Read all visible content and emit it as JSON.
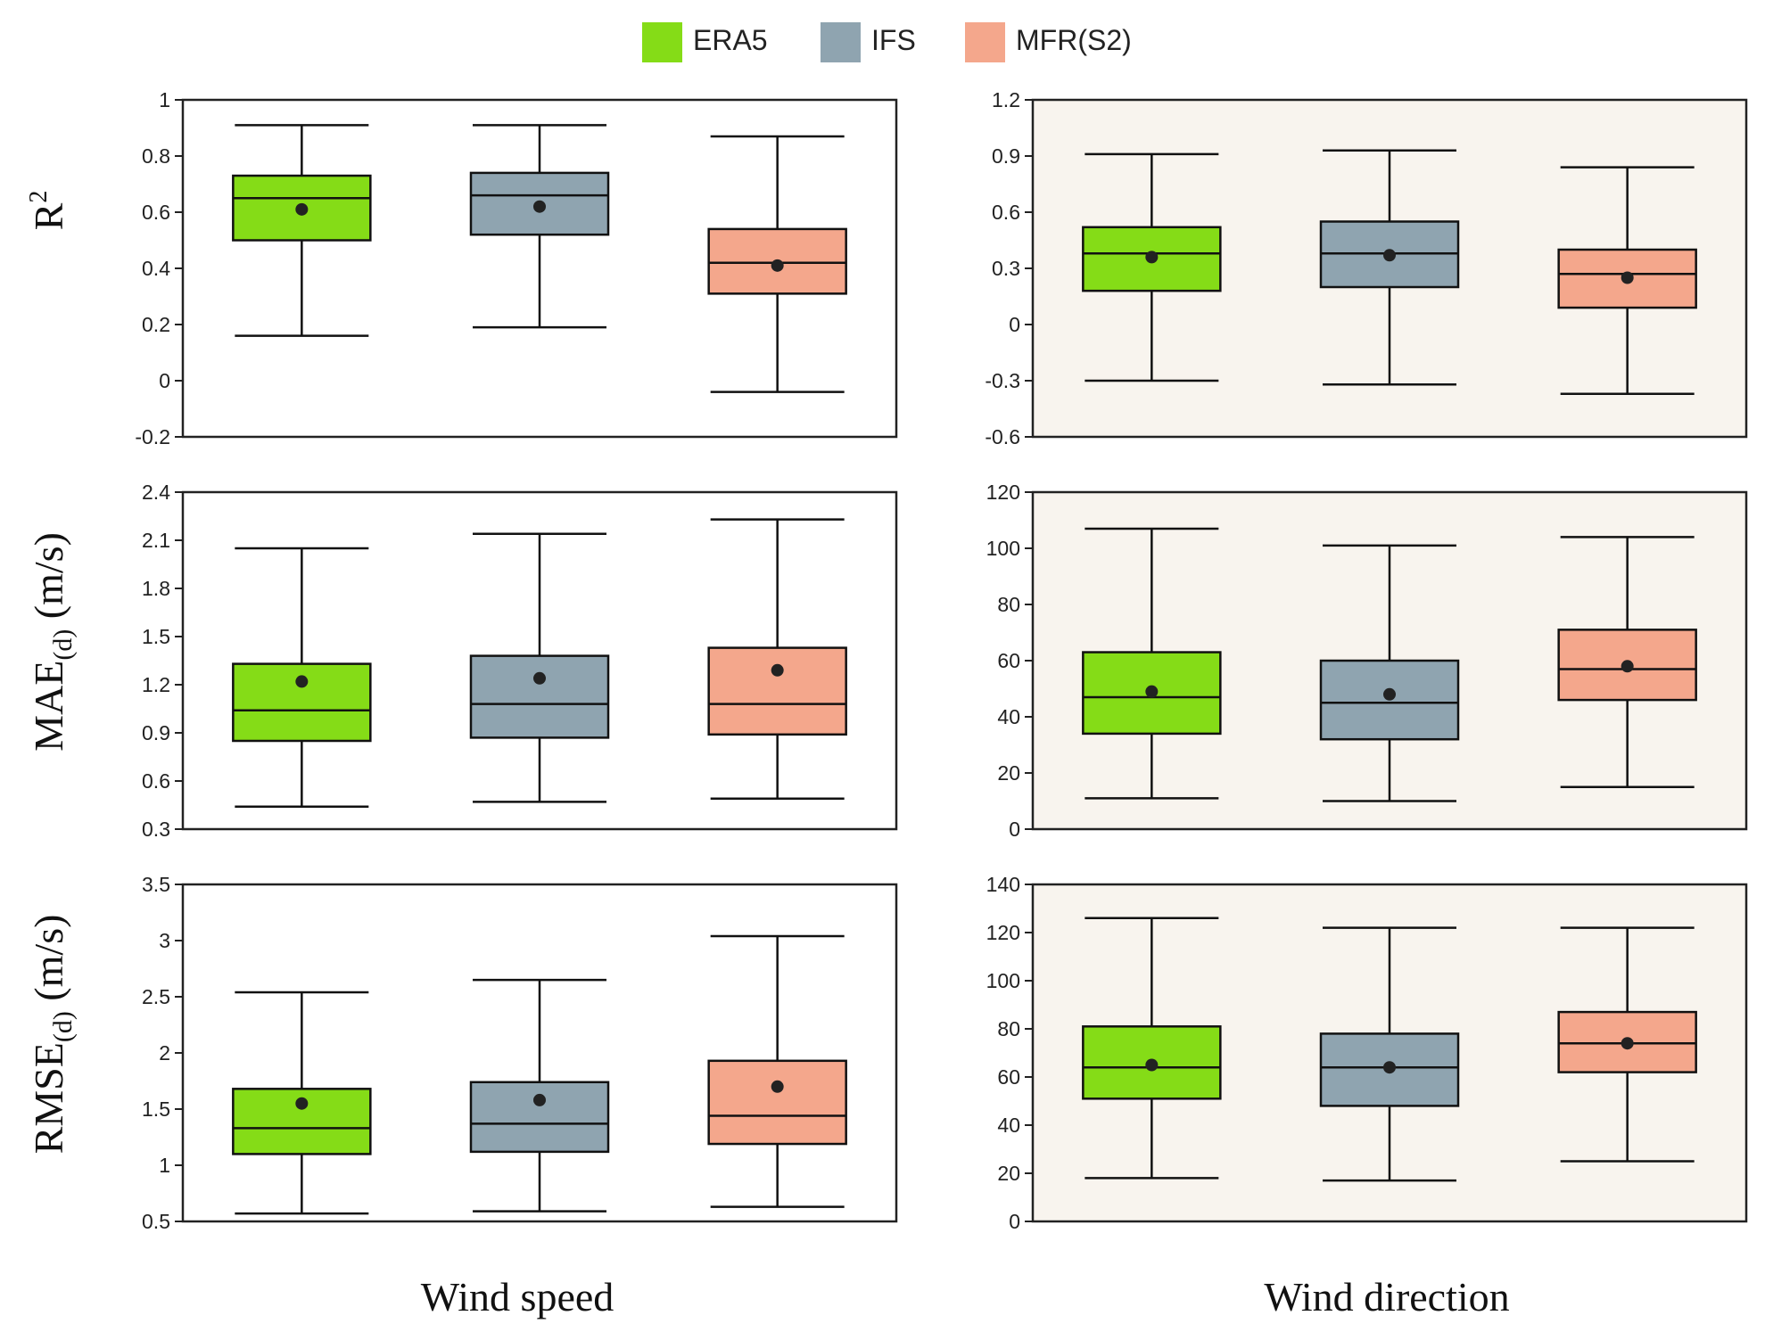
{
  "legend": [
    {
      "label": "ERA5",
      "color": "#85dc17"
    },
    {
      "label": "IFS",
      "color": "#8fa4b0"
    },
    {
      "label": "MFR(S2)",
      "color": "#f4a78c"
    }
  ],
  "column_titles": [
    "Wind speed",
    "Wind direction"
  ],
  "row_labels": [
    {
      "base": "R",
      "sup": "2",
      "sub": "",
      "tail": ""
    },
    {
      "base": "MAE",
      "sup": "",
      "sub": "(d)",
      "tail": " (m/s)"
    },
    {
      "base": "RMSE",
      "sup": "",
      "sub": "(d)",
      "tail": " (m/s)"
    }
  ],
  "colors": {
    "wind_direction_panel_bg": "#f8f4ee",
    "wind_speed_panel_bg": "#ffffff",
    "mean_marker": "#222222"
  },
  "chart_data": [
    {
      "type": "box",
      "row": 0,
      "col": 0,
      "column": "Wind speed",
      "metric": "R2",
      "ylim": [
        -0.2,
        1.0
      ],
      "yticks": [
        -0.2,
        0,
        0.2,
        0.4,
        0.6,
        0.8,
        1
      ],
      "ytick_labels": [
        "-0.2",
        "0",
        "0.2",
        "0.4",
        "0.6",
        "0.8",
        "1"
      ],
      "boxes": [
        {
          "name": "ERA5",
          "min": 0.16,
          "q1": 0.5,
          "median": 0.65,
          "q3": 0.73,
          "max": 0.91,
          "mean": 0.61
        },
        {
          "name": "IFS",
          "min": 0.19,
          "q1": 0.52,
          "median": 0.66,
          "q3": 0.74,
          "max": 0.91,
          "mean": 0.62
        },
        {
          "name": "MFR(S2)",
          "min": -0.04,
          "q1": 0.31,
          "median": 0.42,
          "q3": 0.54,
          "max": 0.87,
          "mean": 0.41
        }
      ]
    },
    {
      "type": "box",
      "row": 0,
      "col": 1,
      "column": "Wind direction",
      "metric": "R2",
      "ylim": [
        -0.6,
        1.2
      ],
      "yticks": [
        -0.6,
        -0.3,
        0,
        0.3,
        0.6,
        0.9,
        1.2
      ],
      "ytick_labels": [
        "-0.6",
        "-0.3",
        "0",
        "0.3",
        "0.6",
        "0.9",
        "1.2"
      ],
      "boxes": [
        {
          "name": "ERA5",
          "min": -0.3,
          "q1": 0.18,
          "median": 0.38,
          "q3": 0.52,
          "max": 0.91,
          "mean": 0.36
        },
        {
          "name": "IFS",
          "min": -0.32,
          "q1": 0.2,
          "median": 0.38,
          "q3": 0.55,
          "max": 0.93,
          "mean": 0.37
        },
        {
          "name": "MFR(S2)",
          "min": -0.37,
          "q1": 0.09,
          "median": 0.27,
          "q3": 0.4,
          "max": 0.84,
          "mean": 0.25
        }
      ]
    },
    {
      "type": "box",
      "row": 1,
      "col": 0,
      "column": "Wind speed",
      "metric": "MAE(d) (m/s)",
      "ylim": [
        0.3,
        2.4
      ],
      "yticks": [
        0.3,
        0.6,
        0.9,
        1.2,
        1.5,
        1.8,
        2.1,
        2.4
      ],
      "ytick_labels": [
        "0.3",
        "0.6",
        "0.9",
        "1.2",
        "1.5",
        "1.8",
        "2.1",
        "2.4"
      ],
      "boxes": [
        {
          "name": "ERA5",
          "min": 0.44,
          "q1": 0.85,
          "median": 1.04,
          "q3": 1.33,
          "max": 2.05,
          "mean": 1.22
        },
        {
          "name": "IFS",
          "min": 0.47,
          "q1": 0.87,
          "median": 1.08,
          "q3": 1.38,
          "max": 2.14,
          "mean": 1.24
        },
        {
          "name": "MFR(S2)",
          "min": 0.49,
          "q1": 0.89,
          "median": 1.08,
          "q3": 1.43,
          "max": 2.23,
          "mean": 1.29
        }
      ]
    },
    {
      "type": "box",
      "row": 1,
      "col": 1,
      "column": "Wind direction",
      "metric": "MAE(d) (m/s)",
      "ylim": [
        0,
        120
      ],
      "yticks": [
        0,
        20,
        40,
        60,
        80,
        100,
        120
      ],
      "ytick_labels": [
        "0",
        "20",
        "40",
        "60",
        "80",
        "100",
        "120"
      ],
      "boxes": [
        {
          "name": "ERA5",
          "min": 11,
          "q1": 34,
          "median": 47,
          "q3": 63,
          "max": 107,
          "mean": 49
        },
        {
          "name": "IFS",
          "min": 10,
          "q1": 32,
          "median": 45,
          "q3": 60,
          "max": 101,
          "mean": 48
        },
        {
          "name": "MFR(S2)",
          "min": 15,
          "q1": 46,
          "median": 57,
          "q3": 71,
          "max": 104,
          "mean": 58
        }
      ]
    },
    {
      "type": "box",
      "row": 2,
      "col": 0,
      "column": "Wind speed",
      "metric": "RMSE(d) (m/s)",
      "ylim": [
        0.5,
        3.5
      ],
      "yticks": [
        0.5,
        1,
        1.5,
        2,
        2.5,
        3,
        3.5
      ],
      "ytick_labels": [
        "0.5",
        "1",
        "1.5",
        "2",
        "2.5",
        "3",
        "3.5"
      ],
      "boxes": [
        {
          "name": "ERA5",
          "min": 0.57,
          "q1": 1.1,
          "median": 1.33,
          "q3": 1.68,
          "max": 2.54,
          "mean": 1.55
        },
        {
          "name": "IFS",
          "min": 0.59,
          "q1": 1.12,
          "median": 1.37,
          "q3": 1.74,
          "max": 2.65,
          "mean": 1.58
        },
        {
          "name": "MFR(S2)",
          "min": 0.63,
          "q1": 1.19,
          "median": 1.44,
          "q3": 1.93,
          "max": 3.04,
          "mean": 1.7
        }
      ]
    },
    {
      "type": "box",
      "row": 2,
      "col": 1,
      "column": "Wind direction",
      "metric": "RMSE(d) (m/s)",
      "ylim": [
        0,
        140
      ],
      "yticks": [
        0,
        20,
        40,
        60,
        80,
        100,
        120,
        140
      ],
      "ytick_labels": [
        "0",
        "20",
        "40",
        "60",
        "80",
        "100",
        "120",
        "140"
      ],
      "boxes": [
        {
          "name": "ERA5",
          "min": 18,
          "q1": 51,
          "median": 64,
          "q3": 81,
          "max": 126,
          "mean": 65
        },
        {
          "name": "IFS",
          "min": 17,
          "q1": 48,
          "median": 64,
          "q3": 78,
          "max": 122,
          "mean": 64
        },
        {
          "name": "MFR(S2)",
          "min": 25,
          "q1": 62,
          "median": 74,
          "q3": 87,
          "max": 122,
          "mean": 74
        }
      ]
    }
  ]
}
